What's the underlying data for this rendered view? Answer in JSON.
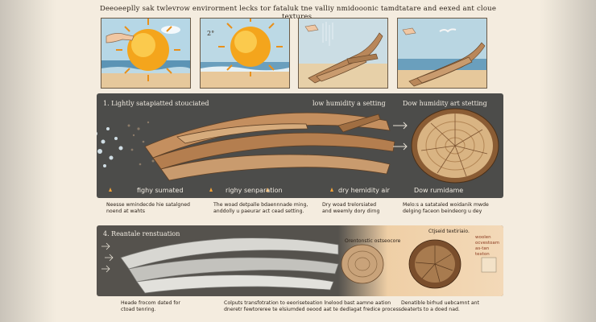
{
  "title": "Deeoeeplly sak twlevrow envirorment lecks tor fataluk tne valliy nmidooonic tamdtatare and eexed ant  cloue textures.",
  "panels": {
    "p2_badge": "2°"
  },
  "section1": {
    "heading": "1. Lightly satapiatted stouciated",
    "low_humidity": "low humidity a setting",
    "dow_humidity": "Dow humidity art stetting",
    "bottom_labels": [
      "fighy sumated",
      "righy senparation",
      "dry hemidity air",
      "Dow rumidame"
    ],
    "notes": [
      "Neesse wmindecde hie satalgned\nnoend at wahts",
      "The woad detpalle bdaennnade ming,\nanddolly u paeurar act cead setting.",
      "Dry woad trelorsiated\nand weemly dory dirng",
      "Melo:s a satataled woidanik mwde\ndelging faceon beindeorg u dey"
    ]
  },
  "section2": {
    "heading": "4. Reantale renstuation",
    "inset1_label": "Orentonstic ostseocore",
    "inset2_label": "Ctjseid textiriaio.",
    "side_note": "woolen\nocvestoam\nas-tan\ntexton",
    "notes": [
      "Heade frocom dated for\nctoad tenring.",
      "Colputs transfotration to eeoriseteation lnelood bast aamne aation\ndneretr fewtoreree te elsiumded oeood aat te dedlagat fredice process.",
      "Denatible birhud uebcamnt ant\ndeaterts to a doed nad."
    ]
  },
  "colors": {
    "band_dark": "#4c4c4a",
    "wood": "#b9875a",
    "sun": "#f4a51c",
    "sky": "#b6d7e6",
    "sea": "#5c94b5",
    "sand": "#e6c89b"
  }
}
